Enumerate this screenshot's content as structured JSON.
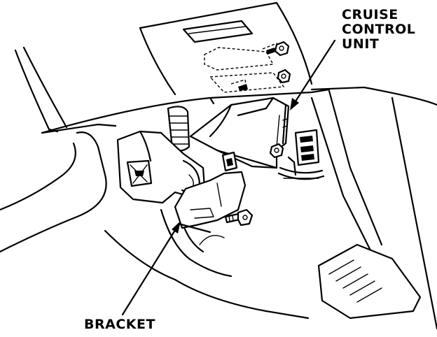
{
  "labels": {
    "cruise_control_unit": [
      "CRUISE",
      "CONTROL",
      "UNIT"
    ],
    "bracket": "BRACKET"
  }
}
